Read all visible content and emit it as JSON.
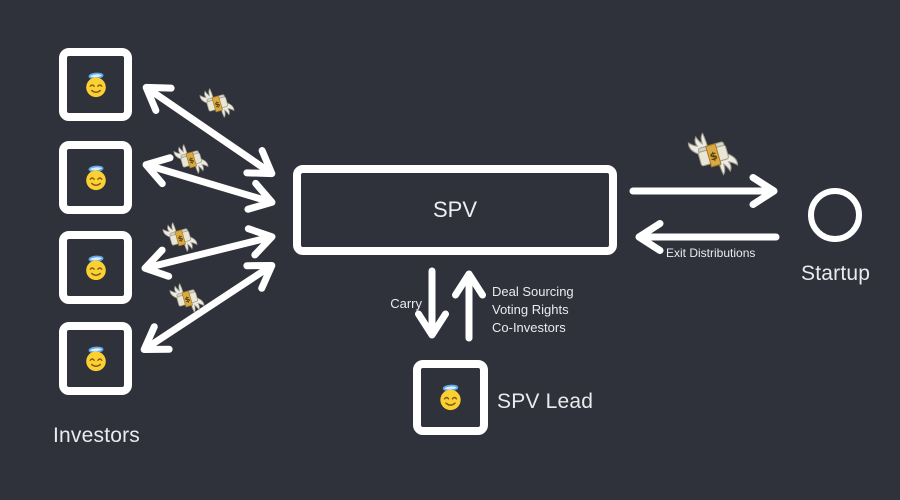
{
  "canvas": {
    "background_color": "#2f323b",
    "shape_color": "#ffffff",
    "text_color": "#e9ebee"
  },
  "diagram": {
    "investors": {
      "label": "Investors",
      "count": 4,
      "emoji": "smiling-face-with-halo"
    },
    "spv": {
      "label": "SPV"
    },
    "spv_lead": {
      "label": "SPV Lead",
      "emoji": "smiling-face-with-halo"
    },
    "startup": {
      "label": "Startup"
    },
    "edges": {
      "investors_spv": {
        "style": "double-arrow",
        "icon": "money-with-wings"
      },
      "spv_startup": {
        "icon": "money-with-wings"
      },
      "startup_spv": {
        "label": "Exit Distributions"
      },
      "spv_to_lead": {
        "label": "Carry"
      },
      "lead_to_spv": {
        "labels": [
          "Deal Sourcing",
          "Voting Rights",
          "Co-Investors"
        ]
      }
    }
  }
}
